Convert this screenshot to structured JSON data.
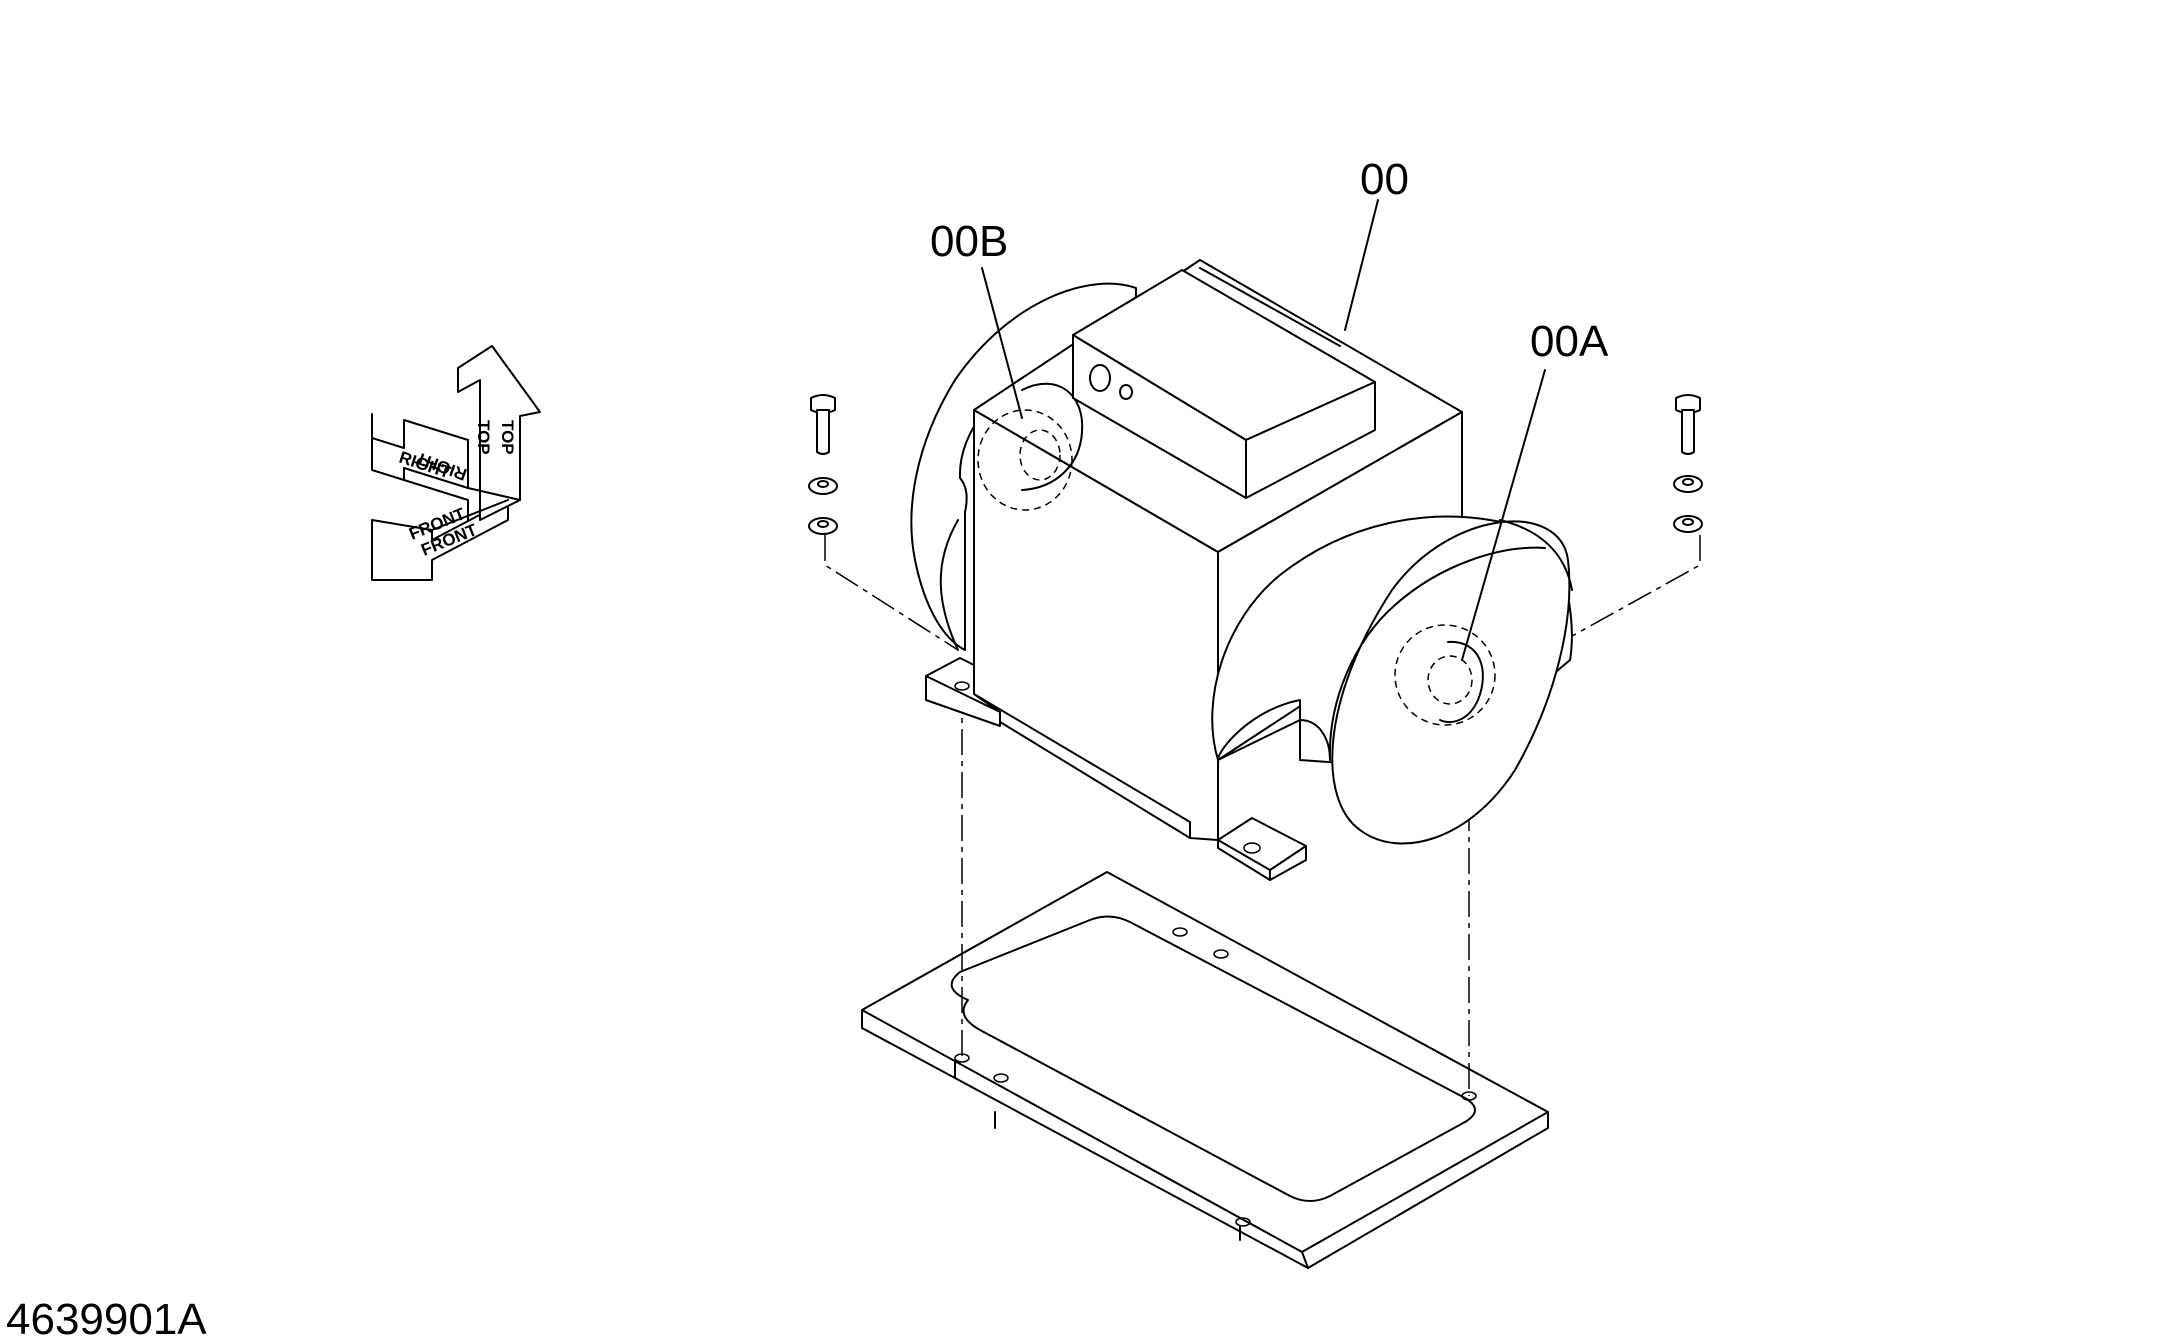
{
  "callouts": {
    "main": "00",
    "left_hub": "00B",
    "right_hub": "00A"
  },
  "orientation": {
    "top": "TOP",
    "right": "RIGHT",
    "front": "FRONT"
  },
  "figure_code": "4639901A"
}
